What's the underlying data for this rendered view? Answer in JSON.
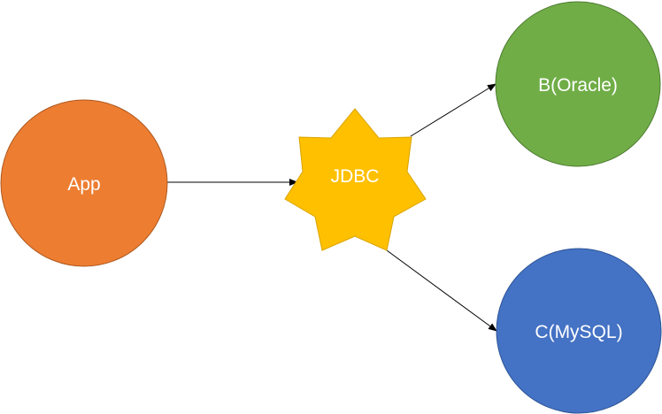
{
  "nodes": {
    "app": {
      "label": "App",
      "color": "#ED7D31"
    },
    "jdbc": {
      "label": "JDBC",
      "color": "#FFC000"
    },
    "oracle": {
      "label": "B(Oracle)",
      "color": "#70AD47"
    },
    "mysql": {
      "label": "C(MySQL)",
      "color": "#4472C4"
    }
  },
  "edges": [
    {
      "from": "App",
      "to": "JDBC"
    },
    {
      "from": "JDBC",
      "to": "B(Oracle)"
    },
    {
      "from": "JDBC",
      "to": "C(MySQL)"
    }
  ]
}
